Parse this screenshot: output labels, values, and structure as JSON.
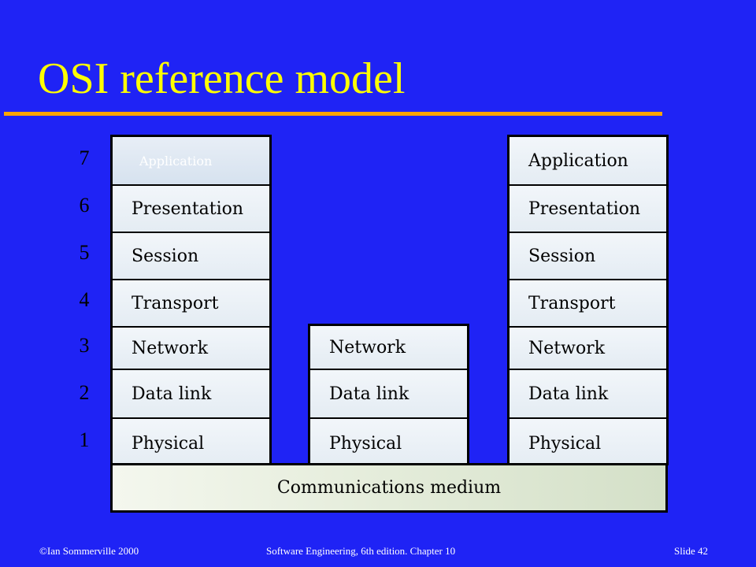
{
  "slide": {
    "title": "OSI reference model",
    "footer_left": "©Ian Sommerville 2000",
    "footer_center": "Software Engineering, 6th edition. Chapter 10",
    "footer_right": "Slide 42"
  },
  "diagram": {
    "layer_numbers": [
      "7",
      "6",
      "5",
      "4",
      "3",
      "2",
      "1"
    ],
    "left_stack": [
      "Application",
      "Presentation",
      "Session",
      "Transport",
      "Network",
      "Data link",
      "Physical"
    ],
    "middle_stack": [
      "Network",
      "Data link",
      "Physical"
    ],
    "right_stack": [
      "Application",
      "Presentation",
      "Session",
      "Transport",
      "Network",
      "Data link",
      "Physical"
    ],
    "medium": "Communications medium"
  }
}
